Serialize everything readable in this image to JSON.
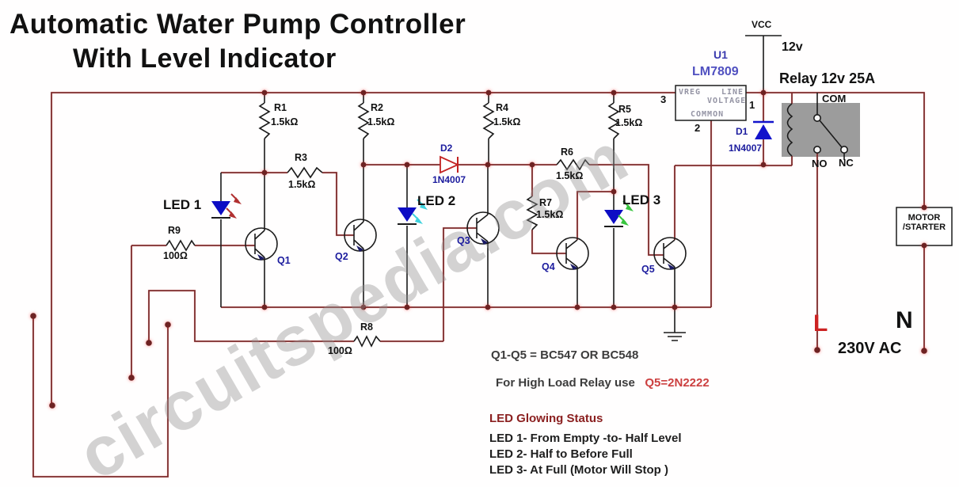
{
  "title": {
    "line1": "Automatic Water Pump Controller",
    "line2": "With Level Indicator"
  },
  "watermark": "circuitspedia.com",
  "power": {
    "vcc": "VCC",
    "voltage": "12v"
  },
  "regulator": {
    "ref": "U1",
    "part": "LM7809",
    "vreg": "VREG",
    "line": "LINE",
    "voltage": "VOLTAGE",
    "common": "COMMON",
    "pin_in": "3",
    "pin_out": "1",
    "pin_gnd": "2"
  },
  "relay": {
    "title": "Relay 12v 25A",
    "com": "COM",
    "no": "NO",
    "nc": "NC"
  },
  "motor": {
    "line1": "MOTOR",
    "line2": "/STARTER"
  },
  "mains": {
    "live": "L",
    "neutral": "N",
    "supply": "230V AC"
  },
  "diodes": {
    "d1_ref": "D1",
    "d1_part": "1N4007",
    "d2_ref": "D2",
    "d2_part": "1N4007"
  },
  "resistors": {
    "r1": {
      "ref": "R1",
      "value": "1.5kΩ"
    },
    "r2": {
      "ref": "R2",
      "value": "1.5kΩ"
    },
    "r3": {
      "ref": "R3",
      "value": "1.5kΩ"
    },
    "r4": {
      "ref": "R4",
      "value": "1.5kΩ"
    },
    "r5": {
      "ref": "R5",
      "value": "1.5kΩ"
    },
    "r6": {
      "ref": "R6",
      "value": "1.5kΩ"
    },
    "r7": {
      "ref": "R7",
      "value": "1.5kΩ"
    },
    "r8": {
      "ref": "R8",
      "value": "100Ω"
    },
    "r9": {
      "ref": "R9",
      "value": "100Ω"
    }
  },
  "transistors": {
    "q1": "Q1",
    "q2": "Q2",
    "q3": "Q3",
    "q4": "Q4",
    "q5": "Q5"
  },
  "leds": {
    "led1": "LED 1",
    "led2": "LED 2",
    "led3": "LED 3"
  },
  "notes": {
    "transistor_note": "Q1-Q5 = BC547 OR BC548",
    "relay_note": "For High Load Relay use",
    "relay_note_highlight": "Q5=2N2222",
    "status_title": "LED Glowing Status",
    "status_lines": [
      "LED 1- From Empty -to- Half Level",
      "LED 2- Half to Before Full",
      "LED 3- At Full (Motor Will Stop )"
    ]
  },
  "colors": {
    "wire": "#7c2b2b",
    "symbol": "#1b1b1b",
    "led_blue": "#0d0dc4",
    "diode_red": "#c22222",
    "relay_gray": "#9c9c9c",
    "highlight_red": "#cc4040"
  }
}
